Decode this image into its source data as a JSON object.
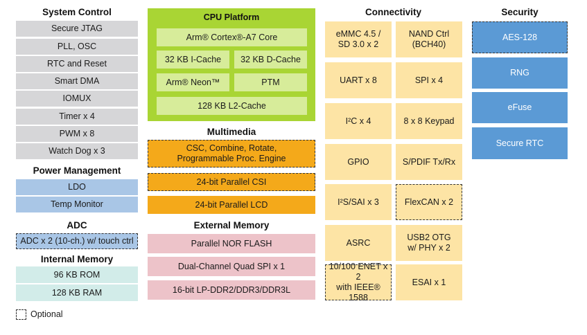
{
  "system_control": {
    "title": "System Control",
    "items": [
      "Secure JTAG",
      "PLL, OSC",
      "RTC and Reset",
      "Smart DMA",
      "IOMUX",
      "Timer x 4",
      "PWM x 8",
      "Watch Dog x 3"
    ]
  },
  "power_management": {
    "title": "Power Management",
    "items": [
      "LDO",
      "Temp Monitor"
    ]
  },
  "adc": {
    "title": "ADC",
    "items": [
      "ADC x 2 (10-ch.) w/ touch ctrl"
    ]
  },
  "internal_memory": {
    "title": "Internal Memory",
    "items": [
      "96 KB ROM",
      "128 KB RAM"
    ]
  },
  "cpu_platform": {
    "title": "CPU Platform",
    "core": "Arm® Cortex®-A7 Core",
    "icache": "32 KB I-Cache",
    "dcache": "32 KB D-Cache",
    "neon": "Arm® Neon™",
    "ptm": "PTM",
    "l2": "128 KB L2-Cache"
  },
  "multimedia": {
    "title": "Multimedia",
    "items": [
      "CSC, Combine, Rotate,\nProgrammable Proc. Engine",
      "24-bit Parallel CSI",
      "24-bit Parallel LCD"
    ]
  },
  "external_memory": {
    "title": "External Memory",
    "items": [
      "Parallel NOR FLASH",
      "Dual-Channel Quad SPI  x 1",
      "16-bit LP-DDR2/DDR3/DDR3L"
    ]
  },
  "connectivity": {
    "title": "Connectivity",
    "left": [
      "eMMC 4.5 /\nSD 3.0 x 2",
      "UART x 8",
      "I²C x 4",
      "GPIO",
      "I²S/SAI x 3",
      "ASRC",
      "10/100 ENET x 2\nwith IEEE® 1588"
    ],
    "right": [
      "NAND Ctrl\n(BCH40)",
      "SPI  x 4",
      "8 x 8 Keypad",
      "S/PDIF Tx/Rx",
      "FlexCAN x 2",
      "USB2 OTG\nw/ PHY x 2",
      "ESAI x 1"
    ]
  },
  "security": {
    "title": "Security",
    "items": [
      "AES-128",
      "RNG",
      "eFuse",
      "Secure RTC"
    ]
  },
  "legend": {
    "optional_label": "Optional"
  }
}
